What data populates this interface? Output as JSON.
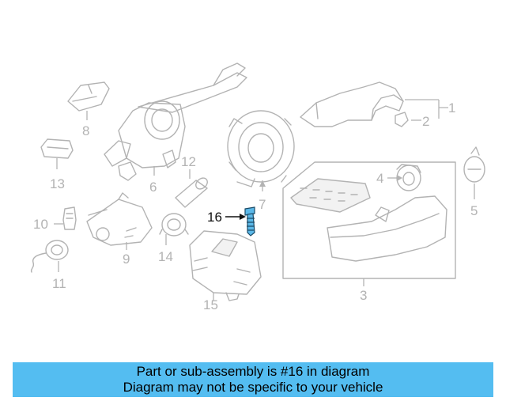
{
  "colors": {
    "part_stroke": "#b3b3b3",
    "highlight_part": "#5bb8e8",
    "highlight_text": "#111111",
    "banner_background": "#54bdf1"
  },
  "callouts": {
    "c1": "1",
    "c2": "2",
    "c3": "3",
    "c4": "4",
    "c5": "5",
    "c6": "6",
    "c7": "7",
    "c8": "8",
    "c9": "9",
    "c10": "10",
    "c11": "11",
    "c12": "12",
    "c13": "13",
    "c14": "14",
    "c15": "15",
    "c16": "16"
  },
  "highlighted_part": "16",
  "banner": {
    "line1": "Part or sub-assembly is #16 in diagram",
    "line2": "Diagram may not be specific to your vehicle"
  }
}
